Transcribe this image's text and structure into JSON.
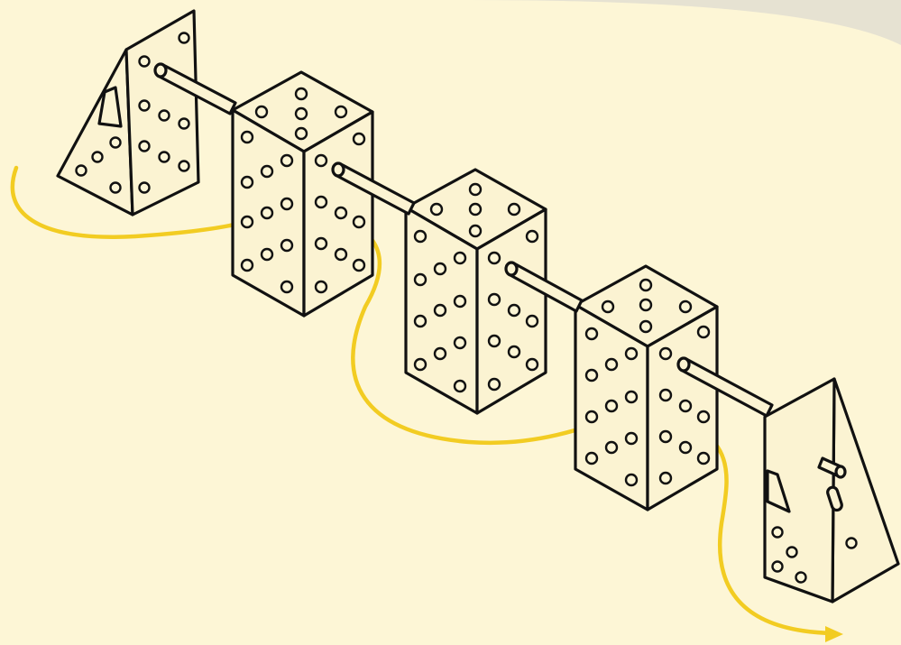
{
  "colors": {
    "background": "#fdf6d6",
    "paper": "#fbf3d2",
    "ink": "#111111",
    "accent": "#f2cc22",
    "corner_shadow": "#e6e2d2"
  },
  "scene": {
    "components": [
      {
        "kind": "end-bracket",
        "side": "left",
        "name": "left-end-bracket"
      },
      {
        "kind": "block",
        "name": "perforated-block-1"
      },
      {
        "kind": "block",
        "name": "perforated-block-2"
      },
      {
        "kind": "block",
        "name": "perforated-block-3"
      },
      {
        "kind": "end-bracket",
        "side": "right",
        "name": "right-end-bracket"
      }
    ],
    "connectors": [
      {
        "name": "rod-1",
        "between": [
          "left-end-bracket",
          "perforated-block-1"
        ]
      },
      {
        "name": "rod-2",
        "between": [
          "perforated-block-1",
          "perforated-block-2"
        ]
      },
      {
        "name": "rod-3",
        "between": [
          "perforated-block-2",
          "perforated-block-3"
        ]
      },
      {
        "name": "rod-4",
        "between": [
          "perforated-block-3",
          "right-end-bracket"
        ]
      }
    ],
    "flow_line": {
      "name": "yellow-flow-path",
      "ends_with": "arrow-icon"
    }
  }
}
